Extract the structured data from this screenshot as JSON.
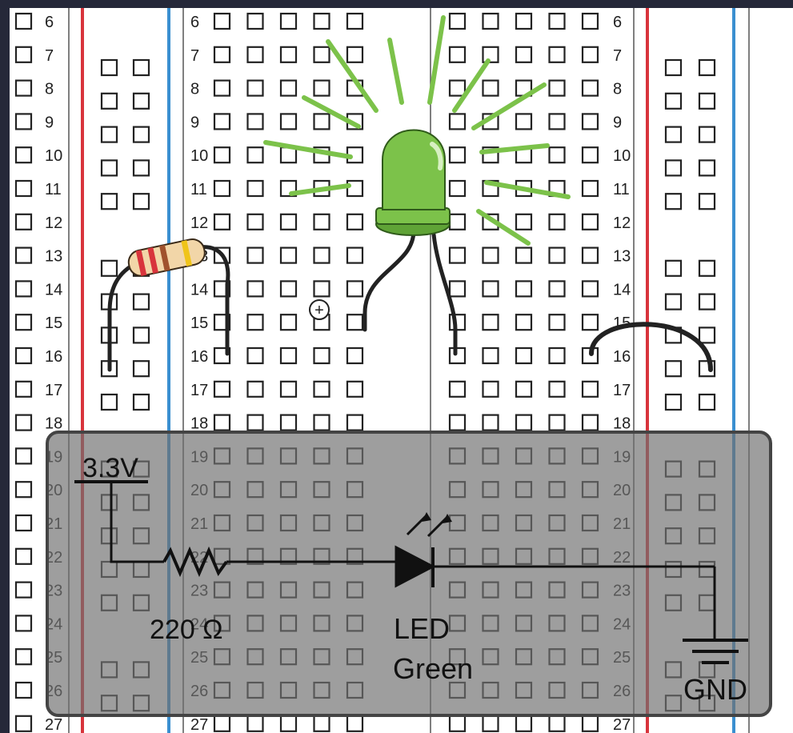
{
  "breadboard": {
    "row_numbers": [
      "6",
      "7",
      "8",
      "9",
      "10",
      "11",
      "12",
      "13",
      "14",
      "15",
      "16",
      "17",
      "18",
      "19",
      "20",
      "21",
      "22",
      "23",
      "24",
      "25",
      "26",
      "27"
    ],
    "plus_marker": "+",
    "colors": {
      "rail_red": "#d8343c",
      "rail_blue": "#3a8fd0",
      "hole_stroke": "#222222",
      "wire": "#222222",
      "led_green": "#7cc24a",
      "glow": "#7cc24a"
    },
    "components": {
      "resistor_bands": [
        "#d8343c",
        "#d8343c",
        "#a0522d",
        "#f0c419"
      ]
    }
  },
  "schematic": {
    "supply_label": "3.3V",
    "resistor_label": "220 Ω",
    "led_label": "LED",
    "led_color_label": "Green",
    "ground_label": "GND",
    "panel_fill": "#707070"
  }
}
